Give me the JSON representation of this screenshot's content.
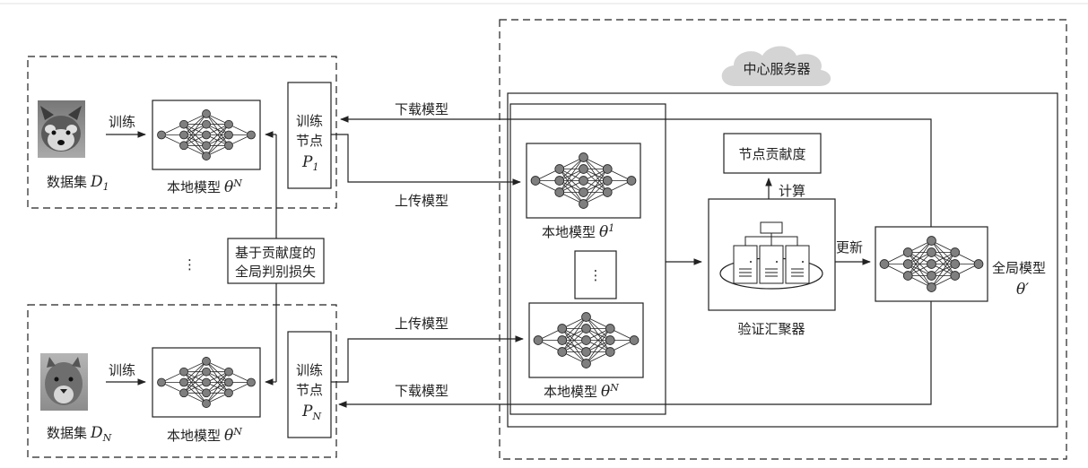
{
  "clients": [
    {
      "image_kind": "red panda",
      "dataset_prefix": "数据集",
      "dataset_symbol": "D",
      "dataset_sub": "1",
      "train_label": "训练",
      "model_prefix": "本地模型",
      "model_symbol": "θ",
      "model_sub": "N",
      "node_line1": "训练",
      "node_line2": "节点",
      "node_symbol": "P",
      "node_sub": "1"
    },
    {
      "image_kind": "cougar",
      "dataset_prefix": "数据集",
      "dataset_symbol": "D",
      "dataset_sub": "N",
      "train_label": "训练",
      "model_prefix": "本地模型",
      "model_symbol": "θ",
      "model_sub": "N",
      "node_line1": "训练",
      "node_line2": "节点",
      "node_symbol": "P",
      "node_sub": "N"
    }
  ],
  "ellipsis": "⋮",
  "loss_box": {
    "line1": "基于贡献度的",
    "line2": "全局判别损失"
  },
  "arrows": {
    "download_top": "下载模型",
    "upload_top": "上传模型",
    "upload_bottom": "上传模型",
    "download_bottom": "下载模型",
    "compute": "计算",
    "update": "更新"
  },
  "server": {
    "cloud_label": "中心服务器",
    "local_top_prefix": "本地模型",
    "local_top_symbol": "θ",
    "local_top_sub": "1",
    "local_bottom_prefix": "本地模型",
    "local_bottom_symbol": "θ",
    "local_bottom_sub": "N",
    "contribution_label": "节点贡献度",
    "aggregator_label": "验证汇聚器",
    "global_prefix": "全局模型",
    "global_symbol": "θ′"
  },
  "colors": {
    "neuron_fill": "#7f7f7f",
    "line": "#222222",
    "cloud": "#d4d4d4"
  }
}
